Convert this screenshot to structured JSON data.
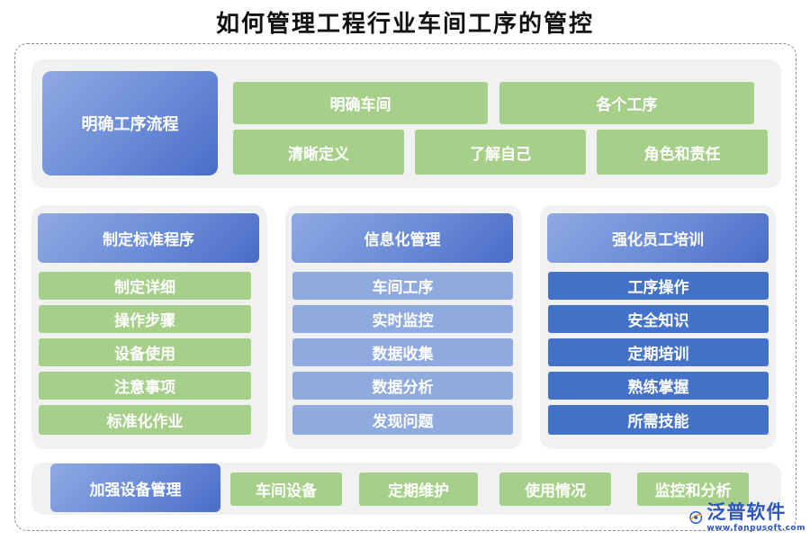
{
  "title": "如何管理工程行业车间工序的管控",
  "section1": {
    "head": "明确工序流程",
    "items": [
      "明确车间",
      "各个工序",
      "清晰定义",
      "了解自己",
      "角色和责任"
    ]
  },
  "section2": {
    "head": "制定标准程序",
    "items": [
      "制定详细",
      "操作步骤",
      "设备使用",
      "注意事项",
      "标准化作业"
    ]
  },
  "section3": {
    "head": "信息化管理",
    "items": [
      "车间工序",
      "实时监控",
      "数据收集",
      "数据分析",
      "发现问题"
    ]
  },
  "section4": {
    "head": "强化员工培训",
    "items": [
      "工序操作",
      "安全知识",
      "定期培训",
      "熟练掌握",
      "所需技能"
    ]
  },
  "section5": {
    "head": "加强设备管理",
    "items": [
      "车间设备",
      "定期维护",
      "使用情况",
      "监控和分析"
    ]
  },
  "logo": {
    "icon": "fanpu-logo-icon",
    "name": "泛普软件",
    "url": "www.fanpusoft.com"
  },
  "colors": {
    "green": "#a6d08a",
    "light_blue": "#8faadf",
    "dark_blue": "#4472c9",
    "panel": "#f1f1f1",
    "logo": "#2f57b8"
  }
}
